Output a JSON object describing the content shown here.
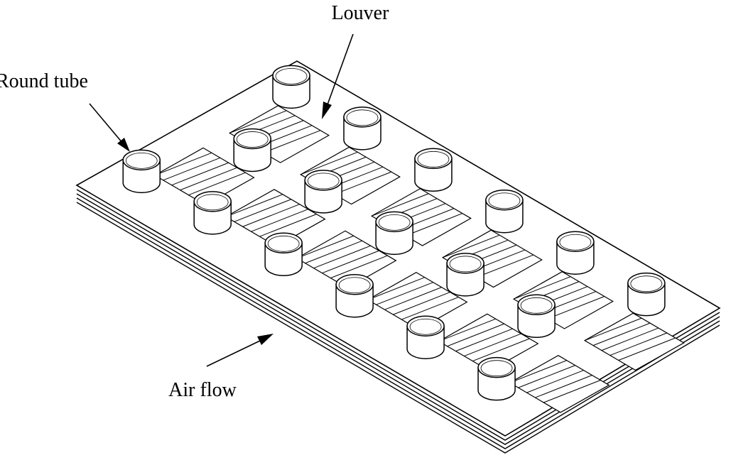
{
  "labels": {
    "louver": "Louver",
    "round_tube": "Round tube",
    "air_flow": "Air flow"
  },
  "colors": {
    "line": "#000000",
    "fill": "#ffffff"
  },
  "diagram": {
    "plate_layers": 5,
    "tube_rows": 3,
    "tubes_per_row": 6,
    "louver_strips_per_gap": 5
  }
}
